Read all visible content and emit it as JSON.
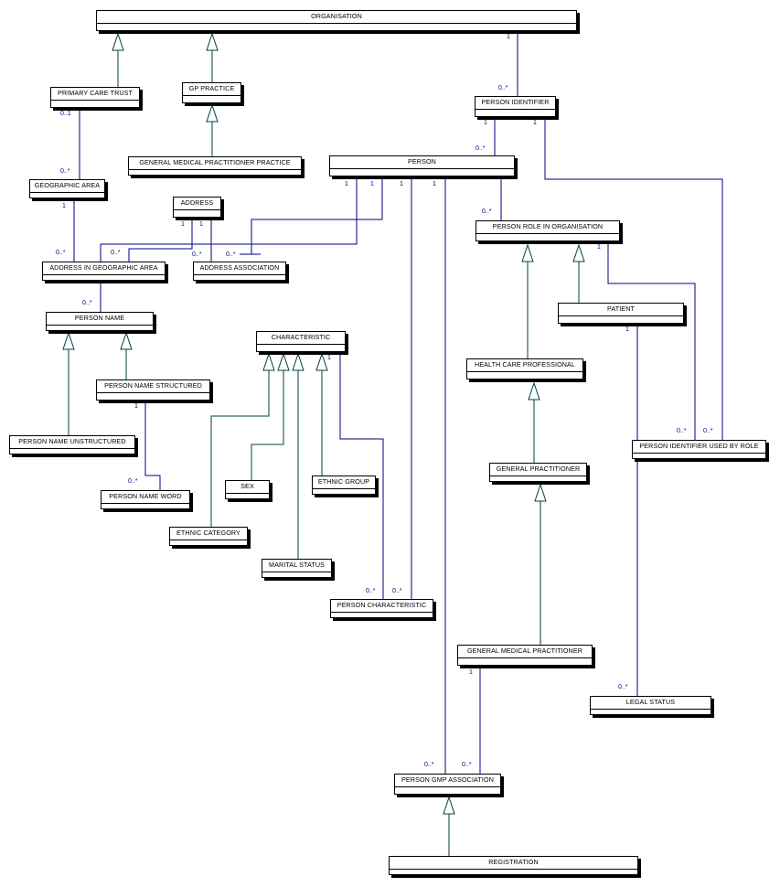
{
  "entities": {
    "organisation": "ORGANISATION",
    "primary_care_trust": "PRIMARY CARE TRUST",
    "gp_practice": "GP PRACTICE",
    "person_identifier": "PERSON IDENTIFIER",
    "general_medical_practitioner_practice": "GENERAL MEDICAL PRACTITIONER PRACTICE",
    "person": "PERSON",
    "geographic_area": "GEOGRAPHIC AREA",
    "address": "ADDRESS",
    "person_role_in_organisation": "PERSON ROLE IN ORGANISATION",
    "address_in_geographic_area": "ADDRESS IN GEOGRAPHIC AREA",
    "address_association": "ADDRESS ASSOCIATION",
    "patient": "PATIENT",
    "person_name": "PERSON NAME",
    "characteristic": "CHARACTERISTIC",
    "health_care_professional": "HEALTH CARE PROFESSIONAL",
    "person_name_structured": "PERSON NAME STRUCTURED",
    "person_name_unstructured": "PERSON NAME UNSTRUCTURED",
    "person_identifier_used_by_role": "PERSON IDENTIFIER USED BY ROLE",
    "general_practitioner": "GENERAL PRACTITIONER",
    "sex": "SEX",
    "ethnic_group": "ETHNIC GROUP",
    "person_name_word": "PERSON NAME WORD",
    "ethnic_category": "ETHNIC CATEGORY",
    "marital_status": "MARITAL STATUS",
    "person_characteristic": "PERSON CHARACTERISTIC",
    "general_medical_practitioner": "GENERAL MEDICAL PRACTITIONER",
    "legal_status": "LEGAL STATUS",
    "person_gmp_association": "PERSON GMP ASSOCIATION",
    "registration": "REGISTRATION"
  },
  "multiplicities": {
    "one": "1",
    "zero_to_one": "0..1",
    "zero_to_many": "0..*"
  },
  "colors": {
    "association_line": "#000080",
    "generalisation_line": "#004040",
    "multiplicity_text": "#000080"
  }
}
